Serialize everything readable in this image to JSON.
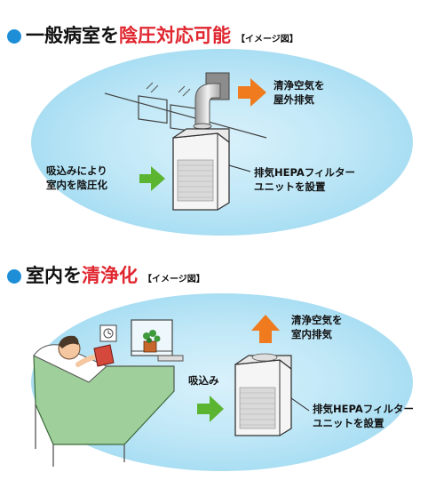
{
  "section1": {
    "heading_black": "一般病室を",
    "heading_red": "陰圧対応可能",
    "tag": "【イメージ図】",
    "exhaust_label": [
      "清浄空気を",
      "屋外排気"
    ],
    "intake_label": [
      "吸込みにより",
      "室内を陰圧化"
    ],
    "unit_label": [
      "排気HEPAフィルター",
      "ユニットを設置"
    ]
  },
  "section2": {
    "heading_black": "室内を",
    "heading_red": "清浄化",
    "tag": "【イメージ図】",
    "exhaust_label": [
      "清浄空気を",
      "室内排気"
    ],
    "intake_label": "吸込み",
    "unit_label": [
      "排気HEPAフィルター",
      "ユニットを設置"
    ]
  },
  "colors": {
    "accent_blue": "#1e8fd6",
    "heading_red": "#e0262f",
    "arrow_orange": "#f07a1e",
    "arrow_green": "#5cb531",
    "ellipse_fill": "#bfe7f6"
  }
}
